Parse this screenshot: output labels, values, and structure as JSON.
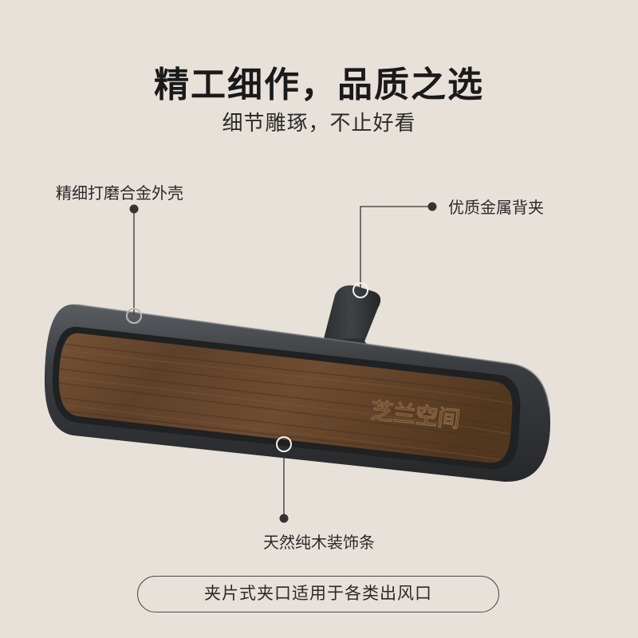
{
  "header": {
    "title": "精工细作，品质之选",
    "subtitle": "细节雕琢，不止好看"
  },
  "callouts": {
    "shell": "精细打磨合金外壳",
    "clip": "优质金属背夹",
    "wood": "天然纯木装饰条"
  },
  "product": {
    "engraving": "芝兰空间",
    "colors": {
      "background": "#e8e1da",
      "shell": "#3a3d40",
      "wood": "#6b4a30"
    }
  },
  "footer": {
    "pill_text": "夹片式夹口适用于各类出风口"
  }
}
